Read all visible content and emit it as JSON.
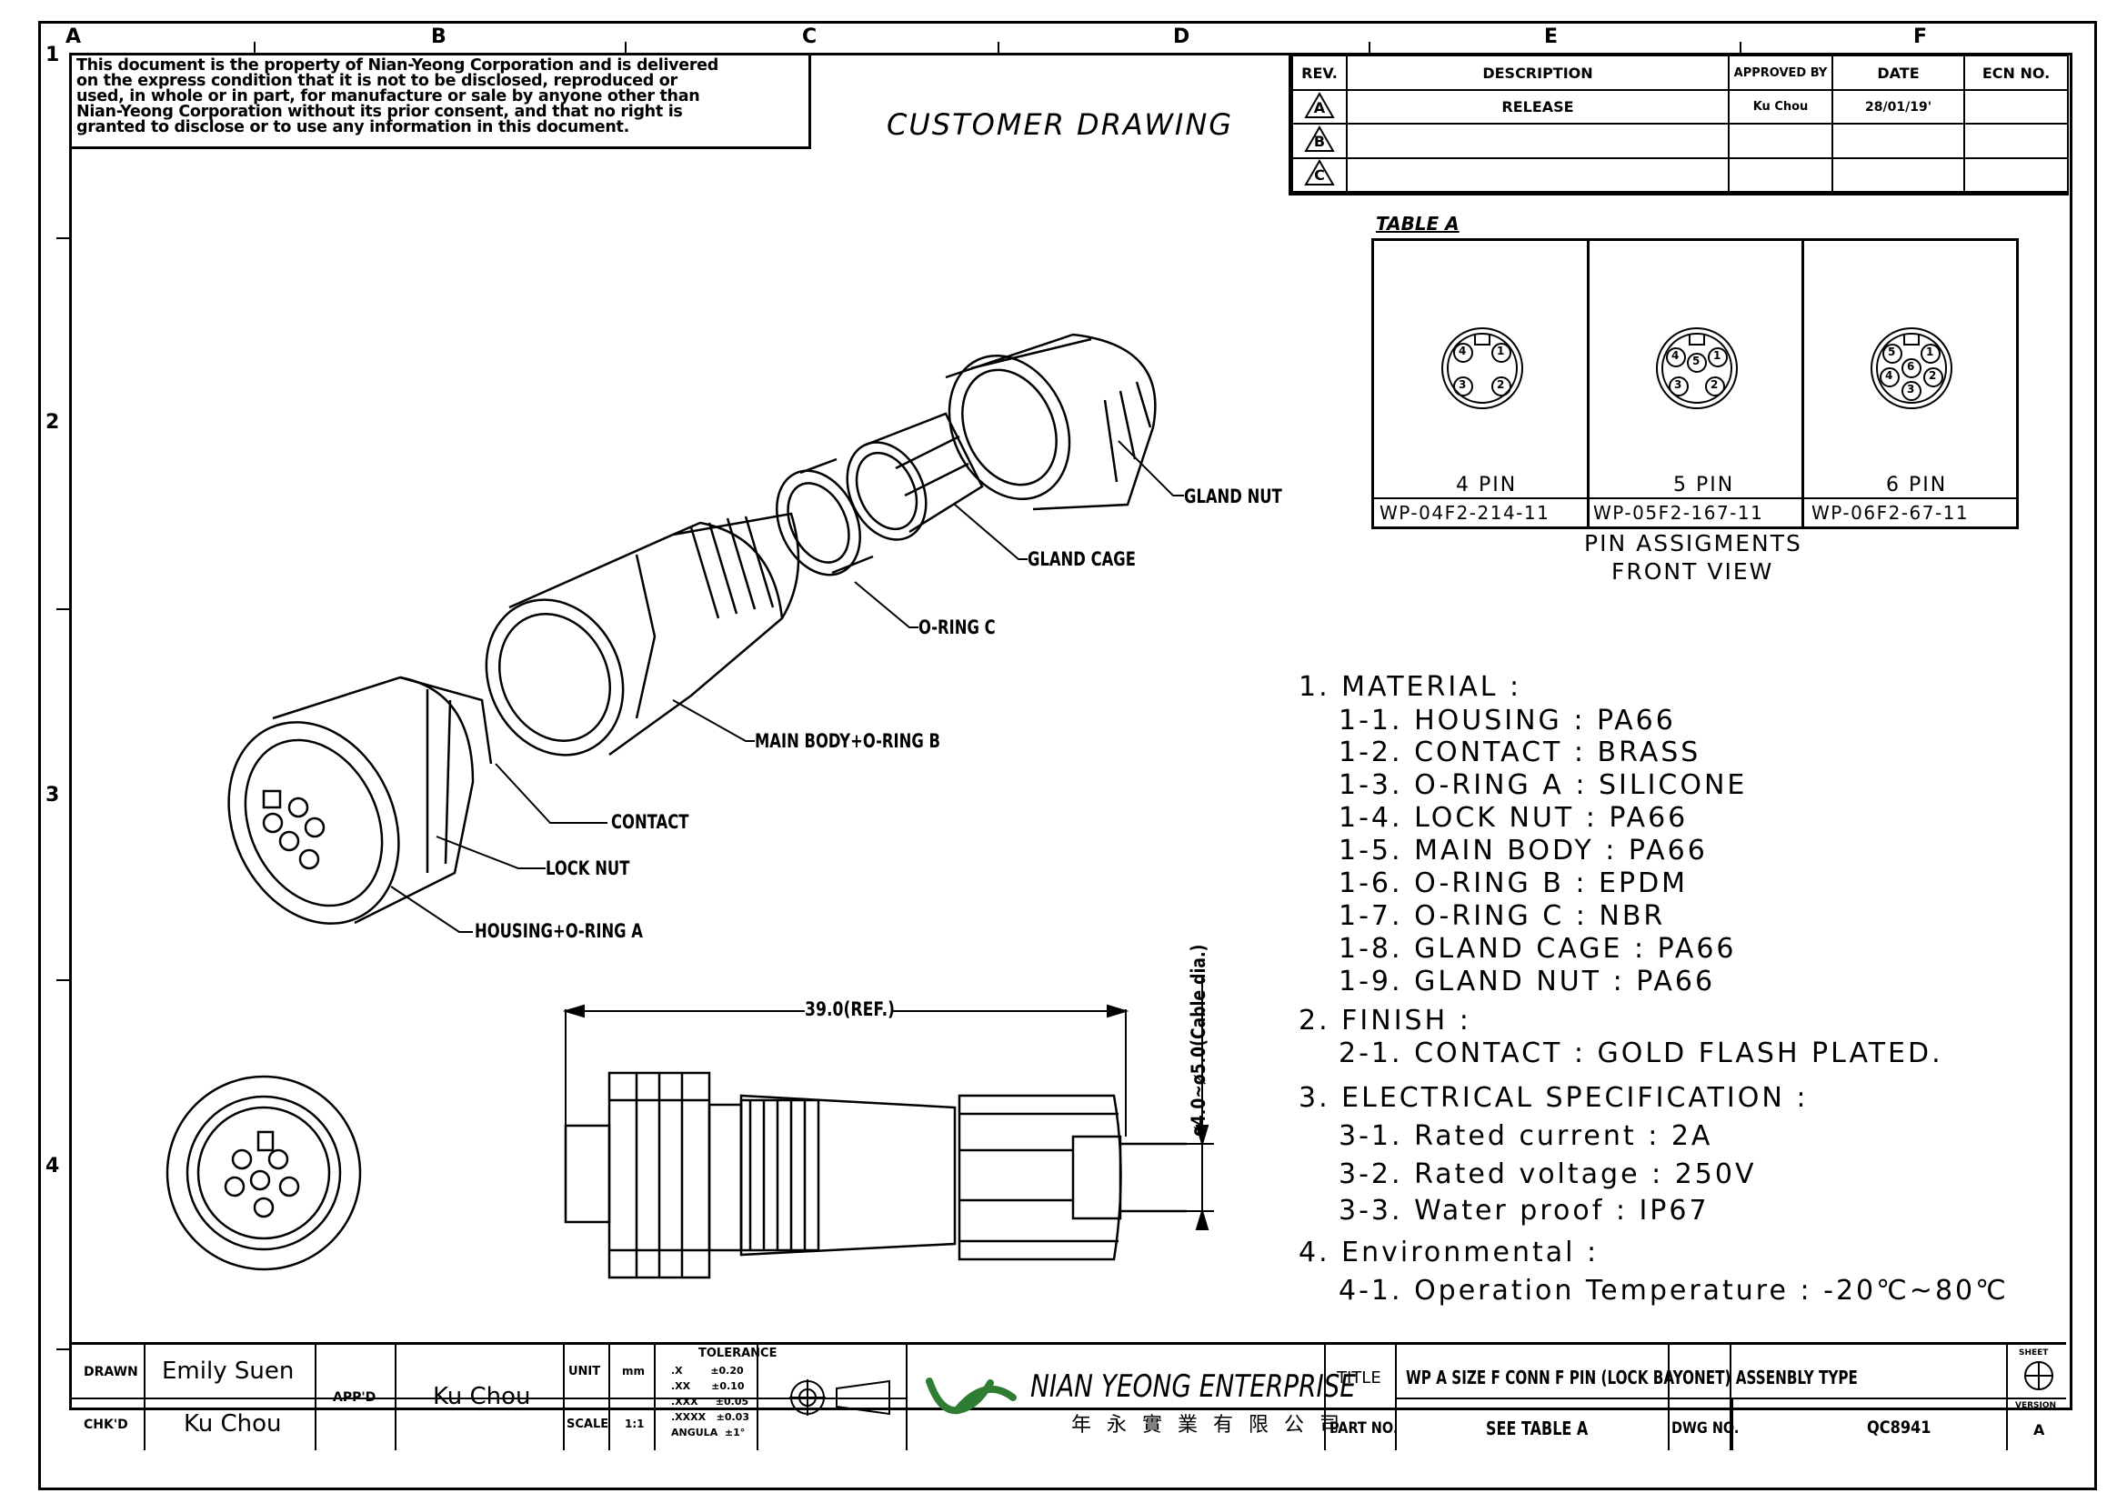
{
  "zones": {
    "columns": [
      "A",
      "B",
      "C",
      "D",
      "E",
      "F"
    ],
    "rows": [
      "1",
      "2",
      "3",
      "4"
    ]
  },
  "notice": {
    "lines": [
      "This document is the property of Nian-Yeong Corporation and is delivered",
      "on  the  express condition that it is not to be disclosed, reproduced or",
      "used, in whole or in part, for manufacture or sale by anyone other than",
      "Nian-Yeong Corporation without  its prior consent, and that  no right  is",
      "granted to disclose or to use any information in this  document."
    ]
  },
  "drawing_title": "CUSTOMER  DRAWING",
  "revision_table": {
    "headers": {
      "rev": "REV.",
      "description": "DESCRIPTION",
      "approved_by": "APPROVED BY",
      "date": "DATE",
      "ecn": "ECN NO."
    },
    "rows": [
      {
        "rev": "A",
        "description": "RELEASE",
        "approved_by": "Ku Chou",
        "date": "28/01/19'",
        "ecn": ""
      },
      {
        "rev": "B",
        "description": "",
        "approved_by": "",
        "date": "",
        "ecn": ""
      },
      {
        "rev": "C",
        "description": "",
        "approved_by": "",
        "date": "",
        "ecn": ""
      }
    ]
  },
  "table_a": {
    "title": "TABLE A",
    "columns": [
      {
        "pins": "4  PIN",
        "part_no": "WP-04F2-214-11",
        "labels": [
          "4",
          "1",
          "3",
          "2"
        ]
      },
      {
        "pins": "5  PIN",
        "part_no": "WP-05F2-167-11",
        "labels": [
          "4",
          "5",
          "1",
          "3",
          "2"
        ]
      },
      {
        "pins": "6  PIN",
        "part_no": "WP-06F2-67-11",
        "labels": [
          "5",
          "1",
          "4",
          "6",
          "2",
          "3"
        ]
      }
    ],
    "caption_line1": "PIN  ASSIGMENTS",
    "caption_line2": "FRONT  VIEW"
  },
  "callouts": {
    "gland_nut": "GLAND NUT",
    "gland_cage": "GLAND CAGE",
    "o_ring_c": "O-RING C",
    "main_body": "MAIN BODY+O-RING B",
    "contact": "CONTACT",
    "lock_nut": "LOCK NUT",
    "housing": "HOUSING+O-RING A"
  },
  "dimensions": {
    "length": "39.0(REF.)",
    "cable": "ø4.0~ø5.0(Cable dia.)"
  },
  "specs": {
    "lines": [
      {
        "text": "1.  MATERIAL  :",
        "indent": 0
      },
      {
        "text": "1-1.  HOUSING  :  PA66",
        "indent": 1
      },
      {
        "text": "1-2.  CONTACT  :  BRASS",
        "indent": 1
      },
      {
        "text": "1-3.  O-RING  A  :  SILICONE",
        "indent": 1
      },
      {
        "text": "1-4.  LOCK  NUT  :  PA66",
        "indent": 1
      },
      {
        "text": "1-5.  MAIN  BODY  :  PA66",
        "indent": 1
      },
      {
        "text": "1-6.  O-RING  B  :  EPDM",
        "indent": 1
      },
      {
        "text": "1-7.  O-RING  C  :  NBR",
        "indent": 1
      },
      {
        "text": "1-8.  GLAND  CAGE  :  PA66",
        "indent": 1
      },
      {
        "text": "1-9.  GLAND  NUT  :  PA66",
        "indent": 1
      },
      {
        "text": "2.  FINISH  :",
        "indent": 0
      },
      {
        "text": "2-1.  CONTACT  :  GOLD  FLASH  PLATED.",
        "indent": 1
      },
      {
        "text": "3.  ELECTRICAL  SPECIFICATION  :",
        "indent": 0
      },
      {
        "text": "3-1.  Rated  current  :  2A",
        "indent": 1
      },
      {
        "text": "3-2.  Rated  voltage  :  250V",
        "indent": 1
      },
      {
        "text": "3-3.  Water  proof  :  IP67",
        "indent": 1
      },
      {
        "text": "4.  Environmental  :",
        "indent": 0
      },
      {
        "text": "4-1.  Operation  Temperature  :  -20℃~80℃",
        "indent": 1
      }
    ]
  },
  "title_block": {
    "drawn_label": "DRAWN",
    "drawn_value": "Emily Suen",
    "checked_label": "CHK'D",
    "checked_value": "Ku Chou",
    "approved_label": "APP'D",
    "approved_value": "Ku Chou",
    "unit_label": "UNIT",
    "unit_value": "mm",
    "scale_label": "SCALE",
    "scale_value": "1:1",
    "tolerance_title": "TOLERANCE",
    "tolerances": [
      {
        "k": ".X",
        "v": "±0.20"
      },
      {
        "k": ".XX",
        "v": "±0.10"
      },
      {
        "k": ".XXX",
        "v": "±0.05"
      },
      {
        "k": ".XXXX",
        "v": "±0.03"
      },
      {
        "k": "ANGULA",
        "v": "±1°"
      }
    ],
    "company_name": "NIAN YEONG ENTERPRISE",
    "company_name_cn": "年 永 實 業 有 限 公 司",
    "title_label": "TITLE",
    "title_value": "WP A SIZE F CONN F PIN (LOCK BAYONET) ASSENBLY TYPE",
    "part_label": "PART NO.",
    "part_value": "SEE TABLE A",
    "dwg_label": "DWG NO.",
    "dwg_value": "QC8941",
    "sheet_label": "SHEET",
    "version_label": "VERSION",
    "version_value": "A"
  },
  "colors": {
    "line": "#000000",
    "logo_green": "#2e7d32"
  }
}
